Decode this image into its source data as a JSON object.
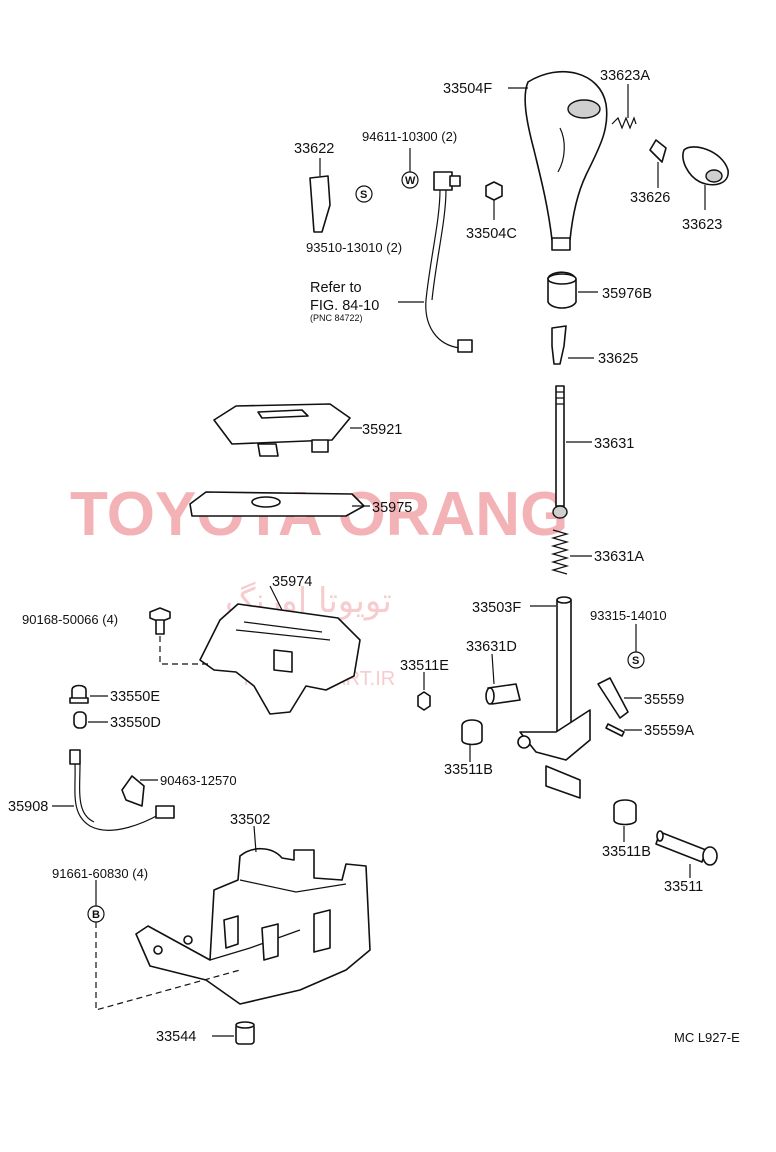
{
  "watermark": {
    "main": "TOYOTA ORANG",
    "persian": "تویوتا اورنگ",
    "site": "TOYOTAPART.IR"
  },
  "footer_code": "MC L927-E",
  "reference": {
    "line1": "Refer to",
    "line2": "FIG. 84-10",
    "line3": "(PNC 84722)"
  },
  "badges": {
    "w": "W",
    "s": "S",
    "b": "B"
  },
  "labels": {
    "p33504F": "33504F",
    "p33623A": "33623A",
    "p33622": "33622",
    "p94611": "94611-10300 (2)",
    "p93510": "93510-13010 (2)",
    "p33504C": "33504C",
    "p33626": "33626",
    "p33623": "33623",
    "p35976B": "35976B",
    "p33625": "33625",
    "p35921": "35921",
    "p33631": "33631",
    "p35975": "35975",
    "p33631A": "33631A",
    "p35974": "35974",
    "p90168": "90168-50066 (4)",
    "p33503F": "33503F",
    "p93315": "93315-14010",
    "p33631D": "33631D",
    "p33511E": "33511E",
    "p33550E": "33550E",
    "p33550D": "33550D",
    "p35559": "35559",
    "p35559A": "35559A",
    "p33511B_a": "33511B",
    "p90463": "90463-12570",
    "p35908": "35908",
    "p33502": "33502",
    "p33511B_b": "33511B",
    "p91661": "91661-60830 (4)",
    "p33511": "33511",
    "p33544": "33544"
  }
}
